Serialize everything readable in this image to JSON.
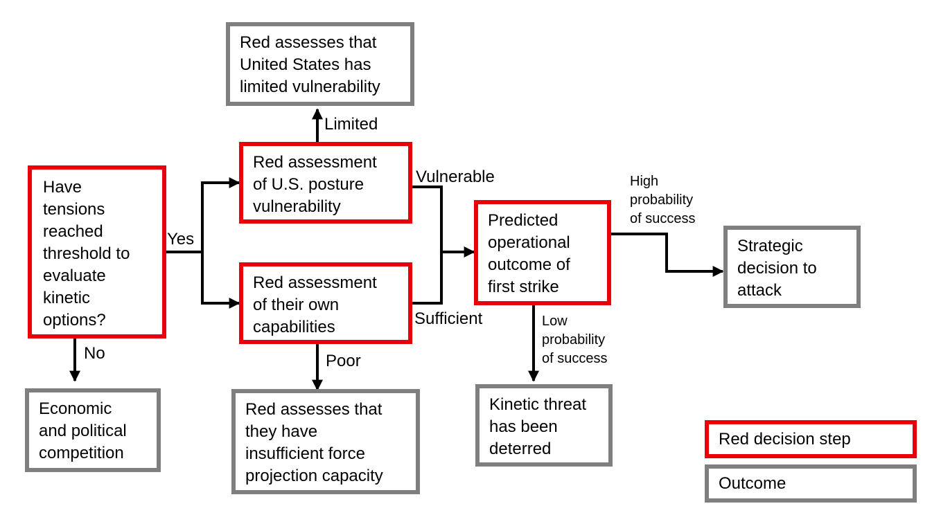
{
  "nodes": {
    "threshold": "Have\ntensions\nreached\nthreshold to\nevaluate\nkinetic\noptions?",
    "us_posture": "Red assessment\nof U.S. posture\nvulnerability",
    "own_capabilities": "Red assessment\nof their own\ncapabilities",
    "us_limited": "Red assesses that\nUnited States has\nlimited vulnerability",
    "insufficient_force": "Red assesses that\nthey have\ninsufficient force\nprojection capacity",
    "economic_political": "Economic\nand political\ncompetition",
    "predicted_outcome": "Predicted\noperational\noutcome of\nfirst strike",
    "strategic_decision": "Strategic\ndecision to\nattack",
    "kinetic_deterred": "Kinetic threat\nhas been\ndeterred"
  },
  "edge_labels": {
    "yes": "Yes",
    "no": "No",
    "limited": "Limited",
    "poor": "Poor",
    "vulnerable": "Vulnerable",
    "sufficient": "Sufficient",
    "high_probability": "High\nprobability\nof success",
    "low_probability": "Low\nprobability\nof success"
  },
  "legend": {
    "red_step": "Red decision step",
    "outcome": "Outcome"
  },
  "colors": {
    "decision_border": "#e8000b",
    "outcome_border": "#7f7f7f",
    "arrow": "#000000"
  }
}
